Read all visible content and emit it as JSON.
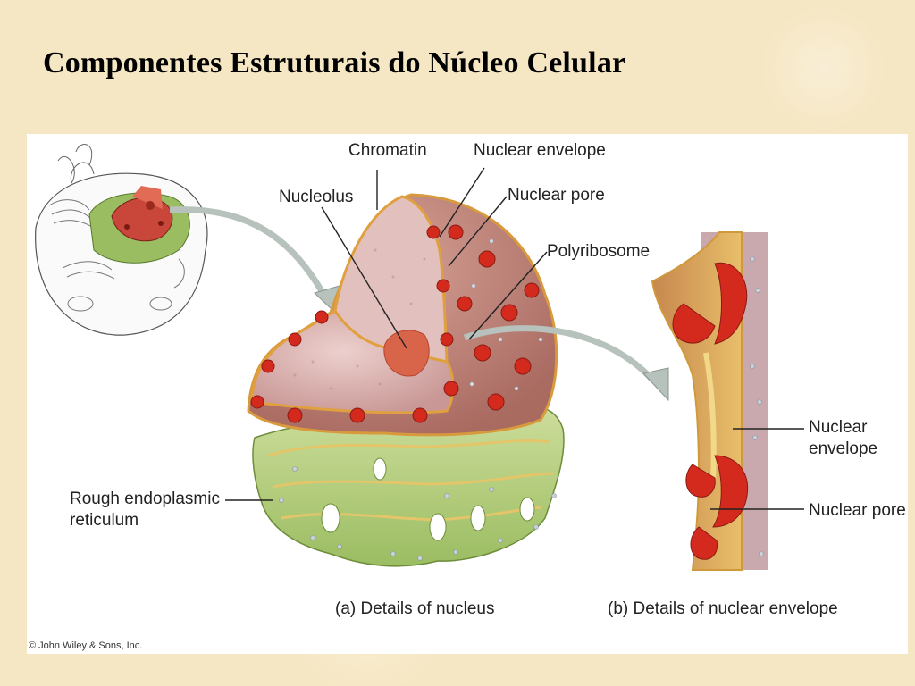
{
  "slide": {
    "title": "Componentes Estruturais do Núcleo Celular"
  },
  "figure": {
    "labels": {
      "chromatin": "Chromatin",
      "nuclear_envelope": "Nuclear envelope",
      "nucleolus": "Nucleolus",
      "nuclear_pore": "Nuclear pore",
      "polyribosome": "Polyribosome",
      "rough_er_line1": "Rough endoplasmic",
      "rough_er_line2": "reticulum",
      "detail_envelope_line1": "Nuclear",
      "detail_envelope_line2": "envelope",
      "detail_pore": "Nuclear pore"
    },
    "captions": {
      "a": "(a) Details of nucleus",
      "b": "(b) Details of nuclear envelope"
    },
    "copyright": "© John Wiley & Sons, Inc."
  },
  "colors": {
    "background": "#f6e7c4",
    "nucleus_interior": "#d9b4b2",
    "nucleus_surface": "#c48a7e",
    "membrane_orange": "#e0a040",
    "ribosome_red": "#d42a1e",
    "er_green": "#b7cf7f",
    "nucleolus": "#d8654a"
  }
}
